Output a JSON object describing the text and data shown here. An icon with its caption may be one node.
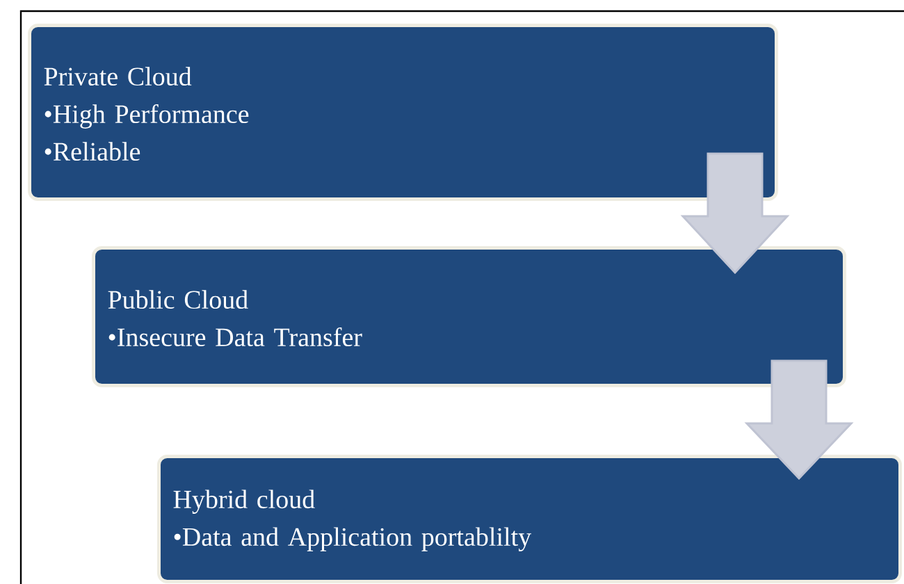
{
  "diagram": {
    "nodes": [
      {
        "text": [
          "Private Cloud",
          "•High Performance",
          "•Reliable"
        ]
      },
      {
        "text": [
          "Public Cloud",
          "•Insecure Data Transfer"
        ]
      },
      {
        "text": [
          "Hybrid cloud",
          "•Data and Application portablilty"
        ]
      }
    ],
    "edges": [
      {
        "from": 0,
        "to": 1,
        "arrow": "to"
      },
      {
        "from": 1,
        "to": 2,
        "arrow": "to"
      }
    ]
  }
}
